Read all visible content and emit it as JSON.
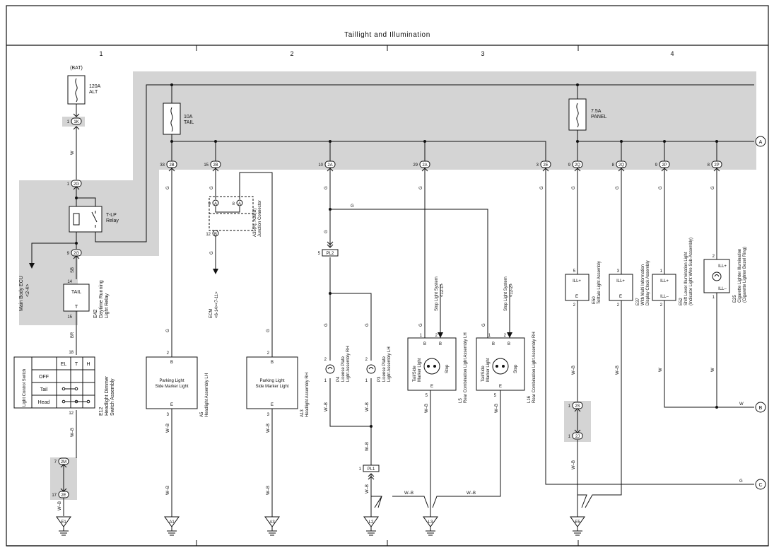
{
  "title": "Taillight and Illumination",
  "columns": [
    "1",
    "2",
    "3",
    "4"
  ],
  "bat_label": "(BAT)",
  "fuses": {
    "alt": {
      "line1": "120A",
      "line2": "ALT"
    },
    "tail": {
      "line1": "10A",
      "line2": "TAIL"
    },
    "panel": {
      "line1": "7.5A",
      "line2": "PANEL"
    }
  },
  "off_page": [
    "A",
    "B",
    "C"
  ],
  "wire_colors": {
    "w": "W",
    "g": "G",
    "sb": "SB",
    "br": "BR",
    "wb": "W–B"
  },
  "connectors": {
    "c1K": {
      "pin": "1",
      "id": "1K"
    },
    "c2G": {
      "pin": "1",
      "id": "2G"
    },
    "c2Gb": {
      "pin": "9",
      "id": "2G"
    },
    "c2Bd": {
      "pin": "33",
      "id": "2B"
    },
    "c2Bp": {
      "pin": "15",
      "id": "2B"
    },
    "c2A1": {
      "pin": "10",
      "id": "2A"
    },
    "c2A2": {
      "pin": "29",
      "id": "2A"
    },
    "c2E": {
      "pin": "3",
      "id": "2E"
    },
    "c2Q": {
      "pin": "9",
      "id": "2Q"
    },
    "c2Qb": {
      "pin": "8",
      "id": "2Q"
    },
    "c2P": {
      "pin": "9",
      "id": "2P"
    },
    "c2Pb": {
      "pin": "8",
      "id": "2P"
    },
    "c2M": {
      "pin": "7",
      "id": "2M"
    },
    "c2E17": {
      "pin": "17",
      "id": "2E"
    },
    "c2S": {
      "pin": "1",
      "id": "2S"
    },
    "c2J": {
      "pin": "1",
      "id": "2J"
    }
  },
  "relay": {
    "name": "T-LP",
    "name2": "Relay"
  },
  "main_body_ecu": {
    "line1": "Main Body ECU",
    "line2": "<2-4>"
  },
  "tail_relay": {
    "label": "TAIL",
    "pin_top": "14",
    "pin_bottom": "15",
    "t": "T",
    "id": "E42",
    "name": "Daytime Running",
    "name2": "Light Relay"
  },
  "junction": {
    "id": "A35(A), A36(B)",
    "name": "Junction Connector",
    "pin9": "9",
    "pinA": "A",
    "pin8": "8",
    "pin12": "12",
    "pinB": "B"
  },
  "ecm": {
    "line1": "ECM",
    "line2": "<6-14><7-11>"
  },
  "pl2": {
    "pin": "5",
    "id": "PL2"
  },
  "pl1": {
    "pin": "1",
    "id": "PL1"
  },
  "stop_lh": {
    "line1": "Stop Light System",
    "line2": "<12-1>"
  },
  "stop_rh": {
    "line1": "Stop Light System",
    "line2": "<12-2>"
  },
  "switch": {
    "cols": [
      "EL",
      "T",
      "H"
    ],
    "rows": [
      "OFF",
      "Tail",
      "Head"
    ],
    "side": "Light Control Switch",
    "pin_top": "18",
    "pin_bottom": "12",
    "id": "E12",
    "name": "Headlight Dimmer",
    "name2": "Switch Assembly"
  },
  "parking_lh": {
    "line1": "Parking Light",
    "line2": "Side Marker Light",
    "pin_top": "2",
    "pin_b": "B",
    "pin_e": "E",
    "pin_bottom": "3",
    "id": "A5",
    "name": "Headlight Assembly LH"
  },
  "parking_rh": {
    "line1": "Parking Light",
    "line2": "Side Marker Light",
    "pin_top": "2",
    "pin_b": "B",
    "pin_e": "E",
    "pin_bottom": "3",
    "id": "A13",
    "name": "Headlight Assembly RH"
  },
  "license_rh": {
    "id": "P4",
    "name": "License Plate",
    "name2": "Light Assembly RH",
    "pin_top": "2",
    "pin_bottom": "1"
  },
  "license_lh": {
    "id": "P3",
    "name": "License Plate",
    "name2": "Light Assembly LH",
    "pin_top": "2",
    "pin_bottom": "1"
  },
  "combo_lh": {
    "id": "L5",
    "name": "Rear Combination Light Assembly LH",
    "side": "Tail/Side",
    "side2": "Marker Light",
    "stop": "Stop",
    "pins_top": [
      "1",
      "2"
    ],
    "b1": "B",
    "b2": "B",
    "e": "E",
    "pin_bottom": "5"
  },
  "combo_rh": {
    "id": "L16",
    "name": "Rear Combination Light Assembly RH",
    "side": "Tail/Side",
    "side2": "Marker Light",
    "stop": "Stop",
    "pins_top": [
      "1",
      "2"
    ],
    "b1": "B",
    "b2": "B",
    "e": "E",
    "pin_bottom": "5"
  },
  "e50": {
    "id": "E50",
    "name": "Telltale Light Assembly",
    "pin_top": "5",
    "ill": "ILL+",
    "e": "E",
    "pin_bottom": "2"
  },
  "e37": {
    "id": "E37",
    "name": "With Multi Information",
    "name2": "Display Clock Assembly",
    "pin_top": "3",
    "ill": "ILL+",
    "e": "E",
    "pin_bottom": "2"
  },
  "e52": {
    "id": "E52",
    "name": "Shift Lever Illumination Light",
    "name2": "(Indicator Light Wire Sub-Assembly)",
    "pin_top": "1",
    "ill": "ILL+",
    "ill2": "ILL–",
    "pin_bottom": "2"
  },
  "e25": {
    "id": "E25",
    "name": "Cigarette Lighter Illumination",
    "name2": "(Cigarette Lighter Bezel Ring)",
    "pin_top": "2",
    "ill": "ILL+",
    "ill2": "ILL–",
    "pin_bottom": "1"
  },
  "grounds": [
    "E1",
    "A1",
    "A3",
    "L2",
    "L3",
    "E5"
  ]
}
